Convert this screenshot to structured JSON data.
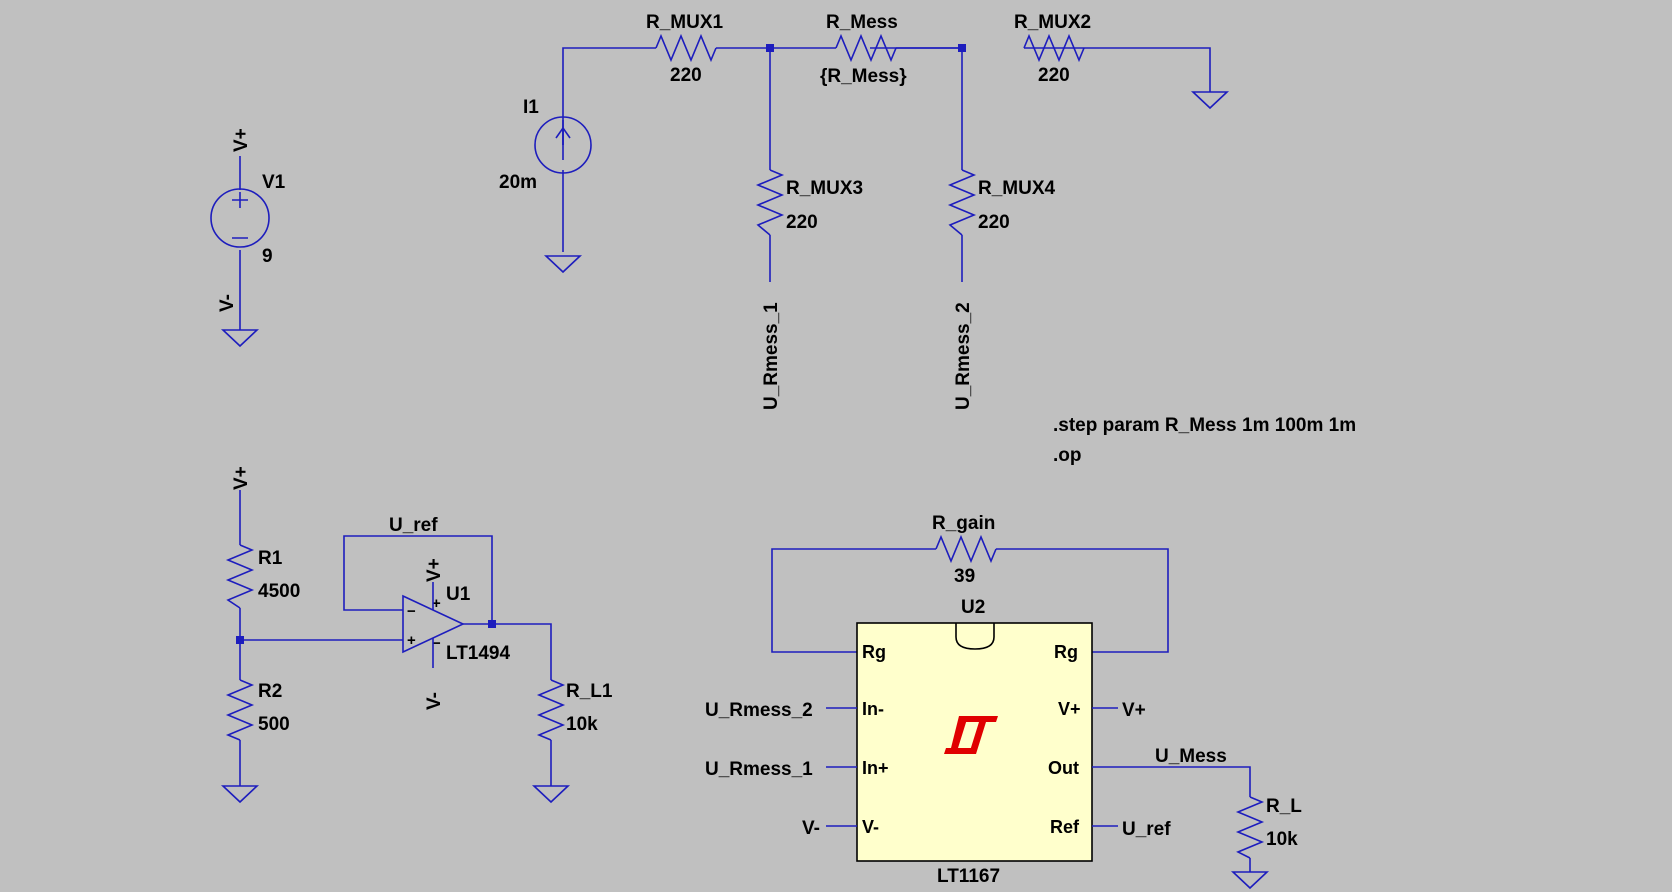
{
  "components": {
    "r_mux1": {
      "name": "R_MUX1",
      "value": "220"
    },
    "r_mess": {
      "name": "R_Mess",
      "value": "{R_Mess}"
    },
    "r_mux2": {
      "name": "R_MUX2",
      "value": "220"
    },
    "r_mux3": {
      "name": "R_MUX3",
      "value": "220"
    },
    "r_mux4": {
      "name": "R_MUX4",
      "value": "220"
    },
    "i1": {
      "name": "I1",
      "value": "20m"
    },
    "v1": {
      "name": "V1",
      "value": "9"
    },
    "r1": {
      "name": "R1",
      "value": "4500"
    },
    "r2": {
      "name": "R2",
      "value": "500"
    },
    "u1": {
      "name": "U1",
      "value": "LT1494"
    },
    "r_l1": {
      "name": "R_L1",
      "value": "10k"
    },
    "r_gain": {
      "name": "R_gain",
      "value": "39"
    },
    "u2": {
      "name": "U2",
      "value": "LT1167"
    },
    "r_l": {
      "name": "R_L",
      "value": "10k"
    }
  },
  "u2_pins": {
    "rg_left": "Rg",
    "rg_right": "Rg",
    "in_minus": "In-",
    "in_plus": "In+",
    "v_minus": "V-",
    "v_plus": "V+",
    "out": "Out",
    "ref": "Ref"
  },
  "net_labels": {
    "vplus_v1": "V+",
    "vminus_v1": "V-",
    "vplus_r1": "V+",
    "vplus_u1": "V+",
    "vminus_u1": "V-",
    "u_ref_loop": "U_ref",
    "u_rmess_1_vert": "U_Rmess_1",
    "u_rmess_2_vert": "U_Rmess_2",
    "u_rmess_2_in": "U_Rmess_2",
    "u_rmess_1_in": "U_Rmess_1",
    "vminus_in": "V-",
    "vplus_out": "V+",
    "u_mess": "U_Mess",
    "u_ref_out": "U_ref"
  },
  "directives": {
    "step": ".step param R_Mess 1m 100m 1m",
    "op": ".op"
  },
  "colors": {
    "background": "#c0c0c0",
    "wire": "#1d1dbd",
    "ic_body": "#ffffcc",
    "logo": "#e00000"
  }
}
